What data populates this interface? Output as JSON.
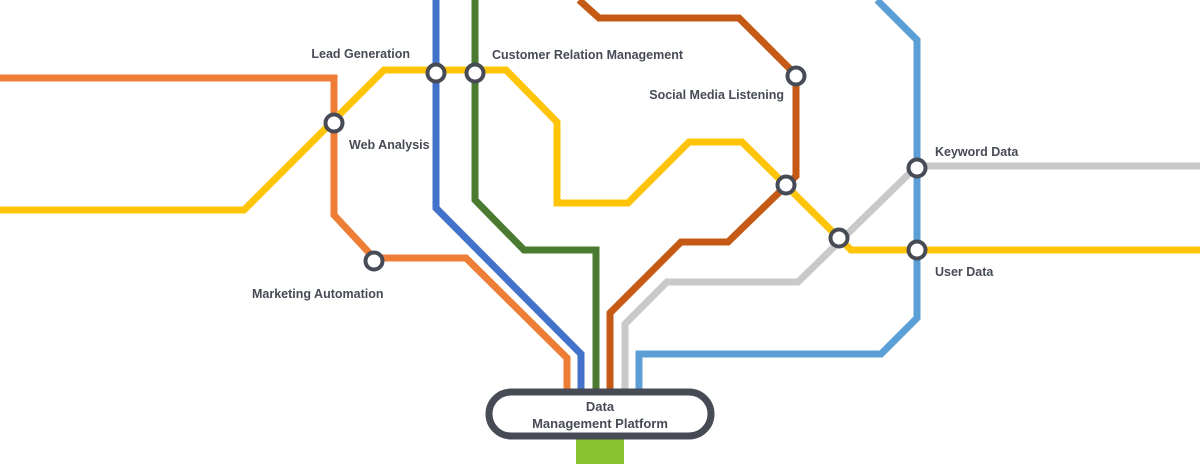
{
  "diagram": {
    "hub": {
      "line1": "Data",
      "line2": "Management Platform"
    },
    "stations": {
      "lead_generation": "Lead Generation",
      "customer_relation_management": "Customer Relation Management",
      "social_media_listening": "Social Media Listening",
      "web_analysis": "Web Analysis",
      "keyword_data": "Keyword Data",
      "user_data": "User Data",
      "marketing_automation": "Marketing Automation"
    },
    "colors": {
      "orange_line": "#ee7d35",
      "yellow_line": "#fec409",
      "blue_line": "#4272c9",
      "green_line": "#4b7b31",
      "rust_line": "#c55a16",
      "gray_line": "#c9c9c9",
      "light_blue_line": "#5b9fd6",
      "hub_stem": "#8bc232",
      "station_outline": "#464b55",
      "label_text": "#464b55"
    }
  }
}
